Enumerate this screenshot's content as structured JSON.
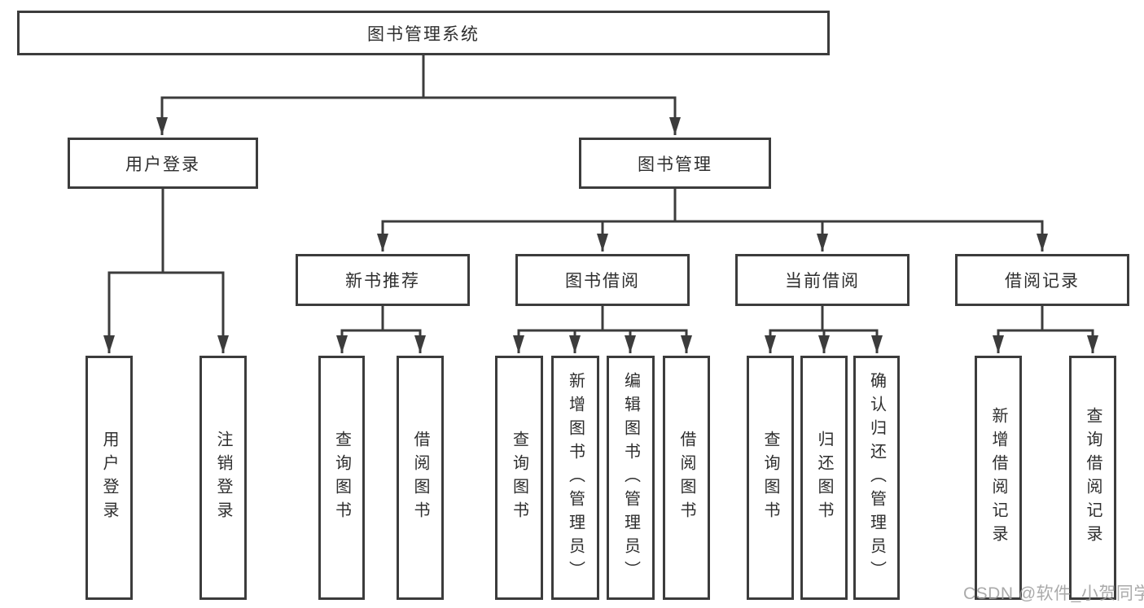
{
  "diagram": {
    "root": {
      "label": "图书管理系统"
    },
    "branches": [
      {
        "label": "用户登录",
        "children": [
          {
            "label": "用户登录"
          },
          {
            "label": "注销登录"
          }
        ]
      },
      {
        "label": "图书管理",
        "children": [
          {
            "label": "新书推荐",
            "children": [
              {
                "label": "查询图书"
              },
              {
                "label": "借阅图书"
              }
            ]
          },
          {
            "label": "图书借阅",
            "children": [
              {
                "label": "查询图书"
              },
              {
                "label": "新增图书（管理员）"
              },
              {
                "label": "编辑图书（管理员）"
              },
              {
                "label": "借阅图书"
              }
            ]
          },
          {
            "label": "当前借阅",
            "children": [
              {
                "label": "查询图书"
              },
              {
                "label": "归还图书"
              },
              {
                "label": "确认归还（管理员）"
              }
            ]
          },
          {
            "label": "借阅记录",
            "children": [
              {
                "label": "新增借阅记录"
              },
              {
                "label": "查询借阅记录"
              }
            ]
          }
        ]
      }
    ],
    "watermark": "CSDN @软件_小贺同学",
    "colors": {
      "line": "#3c3c3c",
      "text": "#2e2e2e",
      "watermark": "#9e9e9e",
      "background": "#ffffff"
    }
  }
}
